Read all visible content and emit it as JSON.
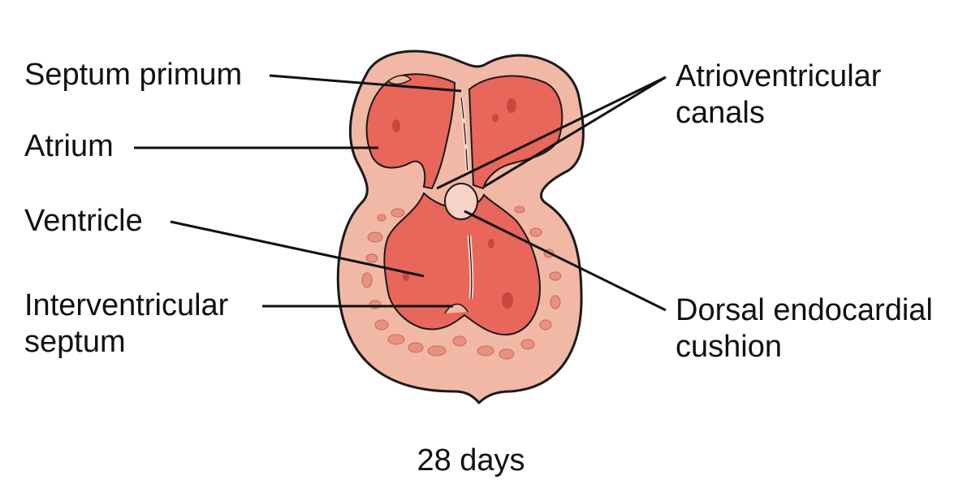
{
  "labels": {
    "septum_primum": "Septum primum",
    "atrium": "Atrium",
    "ventricle": "Ventricle",
    "interventricular_septum": [
      "Interventricular",
      "septum"
    ],
    "atrioventricular_canals": [
      "Atrioventricular",
      "canals"
    ],
    "dorsal_endocardial_cushion": [
      "Dorsal endocardial",
      "cushion"
    ]
  },
  "caption": "28 days",
  "colors": {
    "outer_wall": "#f2b8a6",
    "chamber": "#e8665a",
    "chamber_dark": "#c9463e",
    "cushion": "#f6d3c6",
    "outline": "#1a1a1a",
    "leader_line": "#111111"
  }
}
